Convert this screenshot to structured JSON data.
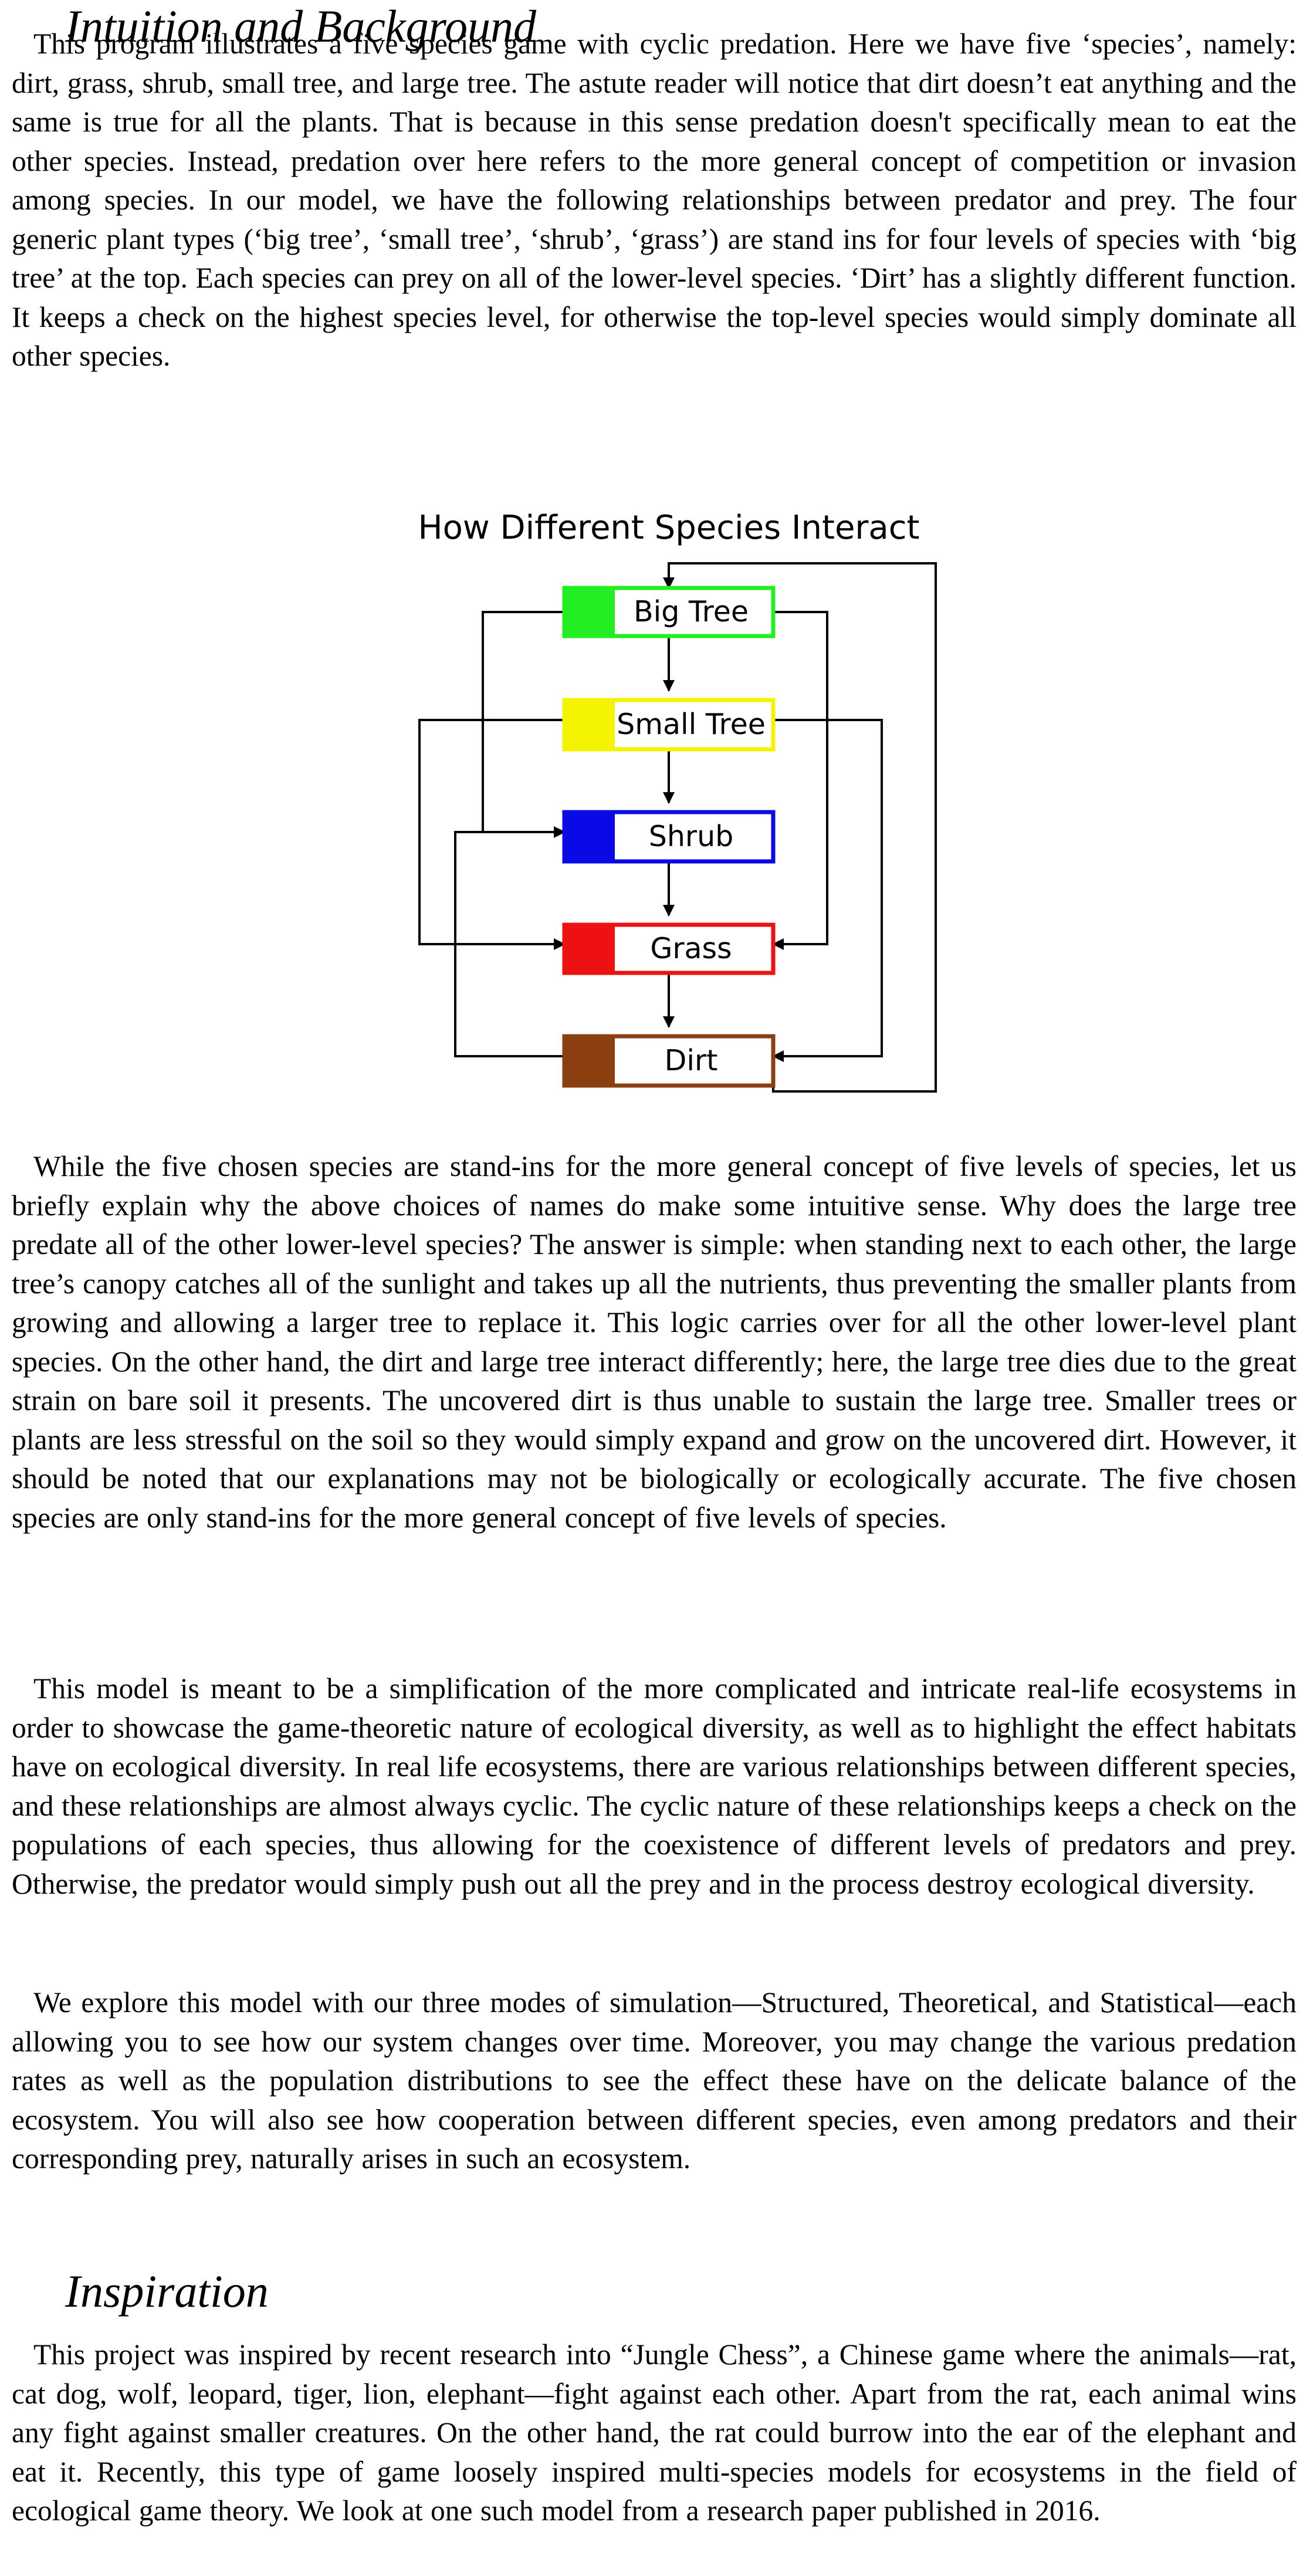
{
  "sections": {
    "intuition": {
      "heading": "Intuition and Background",
      "paragraph_1": "This program illustrates a five species game with cyclic predation. Here we have five ‘species’, namely: dirt, grass, shrub, small tree, and large tree. The astute reader will notice that dirt doesn’t eat anything and the same is true for all the plants. That is because in this sense predation doesn't specifically mean to eat the other species. Instead, predation over here refers to the more general concept of competition or invasion among species. In our model, we have the following relationships between predator and prey. The four generic plant types (‘big tree’, ‘small tree’, ‘shrub’, ‘grass’) are stand ins for four levels of species with ‘big tree’ at the top. Each species can prey on all of the lower-level species. ‘Dirt’ has a slightly different function. It keeps a check on the highest species level, for otherwise the top-level species would simply dominate all other species.",
      "paragraph_2": "While the five chosen species are stand-ins for the more general concept of five levels of species, let us briefly explain why the above choices of names do make some intuitive sense. Why does the large tree predate all of the other lower-level species? The answer is simple: when standing next to each other, the large tree’s canopy catches all of the sunlight and takes up all the nutrients, thus preventing the smaller plants from growing and allowing a larger tree to replace it. This logic carries over for all the other lower-level plant species. On the other hand, the dirt and large tree interact differently; here, the large tree dies due to the great strain on bare soil it presents. The uncovered dirt is thus unable to sustain the large tree. Smaller trees or plants are less stressful on the soil so they would simply expand and grow on the uncovered dirt. However, it should be noted that our explanations may not be biologically or ecologically accurate. The five chosen species are only stand-ins for the more general concept of five levels of species.",
      "paragraph_3": "This model is meant to be a simplification of the more complicated and intricate real-life ecosystems in order to showcase the game-theoretic nature of ecological diversity, as well as to highlight the effect habitats have on ecological diversity. In real life ecosystems, there are various relationships between different species, and these relationships are almost always cyclic. The cyclic nature of these relationships keeps a check on the populations of each species, thus allowing for the coexistence of different levels of predators and prey. Otherwise, the predator would simply push out all the prey and in the process destroy ecological diversity.",
      "paragraph_4": "We explore this model with our three modes of simulation—Structured, Theoretical, and Statistical—each allowing you to see how our system changes over time. Moreover, you may change the various predation rates as well as the population distributions to see the effect these have on the delicate balance of the ecosystem. You will also see how cooperation between different species, even among predators and their corresponding prey, naturally arises in such an ecosystem."
    },
    "inspiration": {
      "heading": "Inspiration",
      "paragraph_1": "This project was inspired by recent research into “Jungle Chess”, a Chinese game where the animals—rat, cat dog, wolf, leopard, tiger, lion, elephant—fight against each other. Apart from the rat, each animal wins any fight against smaller creatures. On the other hand, the rat could burrow into the ear of the elephant and eat it. Recently, this type of game loosely inspired multi-species models for ecosystems in the field of ecological game theory. We look at one such model from a research paper published in 2016."
    }
  },
  "figure": {
    "title": "How Different Species Interact",
    "nodes": [
      {
        "label": "Big Tree",
        "color": "#22ee22"
      },
      {
        "label": "Small Tree",
        "color": "#f4f400"
      },
      {
        "label": "Shrub",
        "color": "#0a0ae6"
      },
      {
        "label": "Grass",
        "color": "#ee1111"
      },
      {
        "label": "Dirt",
        "color": "#8b3e10"
      }
    ]
  }
}
